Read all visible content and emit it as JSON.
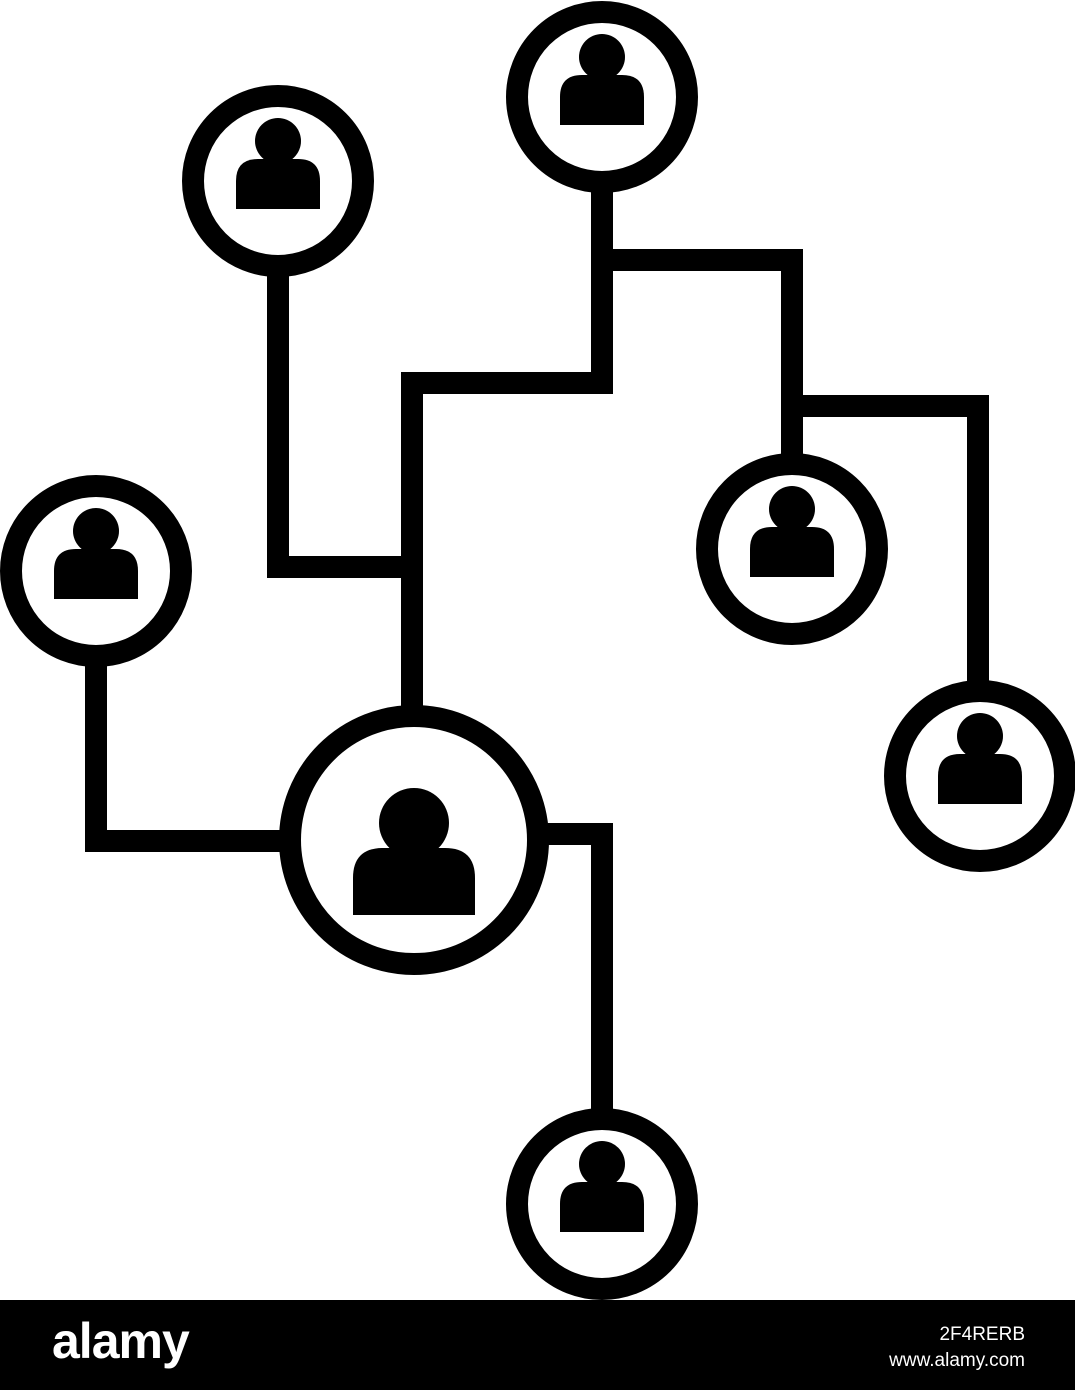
{
  "diagram": {
    "stroke_color": "#000000",
    "background_color": "#ffffff",
    "person_icon": "person-icon",
    "node_count": 7
  },
  "footer": {
    "background_color": "#000000",
    "logo": "alamy",
    "image_id": "2F4RERB",
    "site": "www.alamy.com"
  }
}
